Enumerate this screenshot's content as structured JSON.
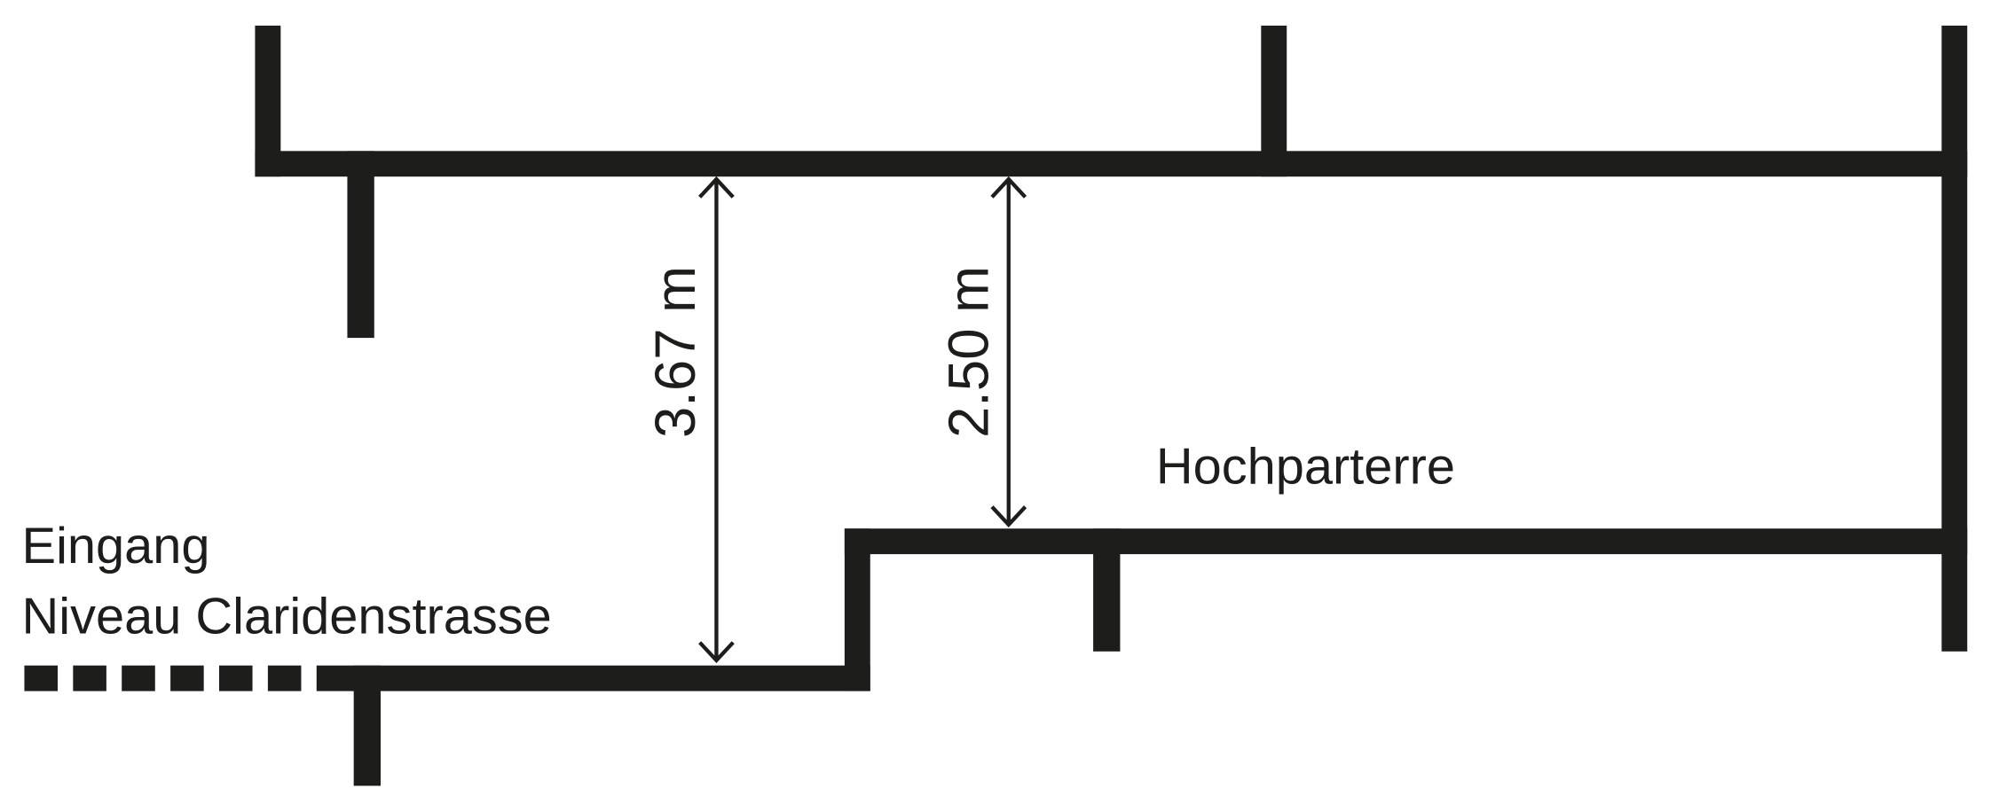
{
  "labels": {
    "entrance_line1": "Eingang",
    "entrance_line2": "Niveau Claridenstrasse",
    "level_name": "Hochparterre",
    "height_lower": "3.67 m",
    "height_upper": "2.50 m"
  },
  "colors": {
    "ink": "#1d1d1b",
    "background": "#ffffff"
  }
}
